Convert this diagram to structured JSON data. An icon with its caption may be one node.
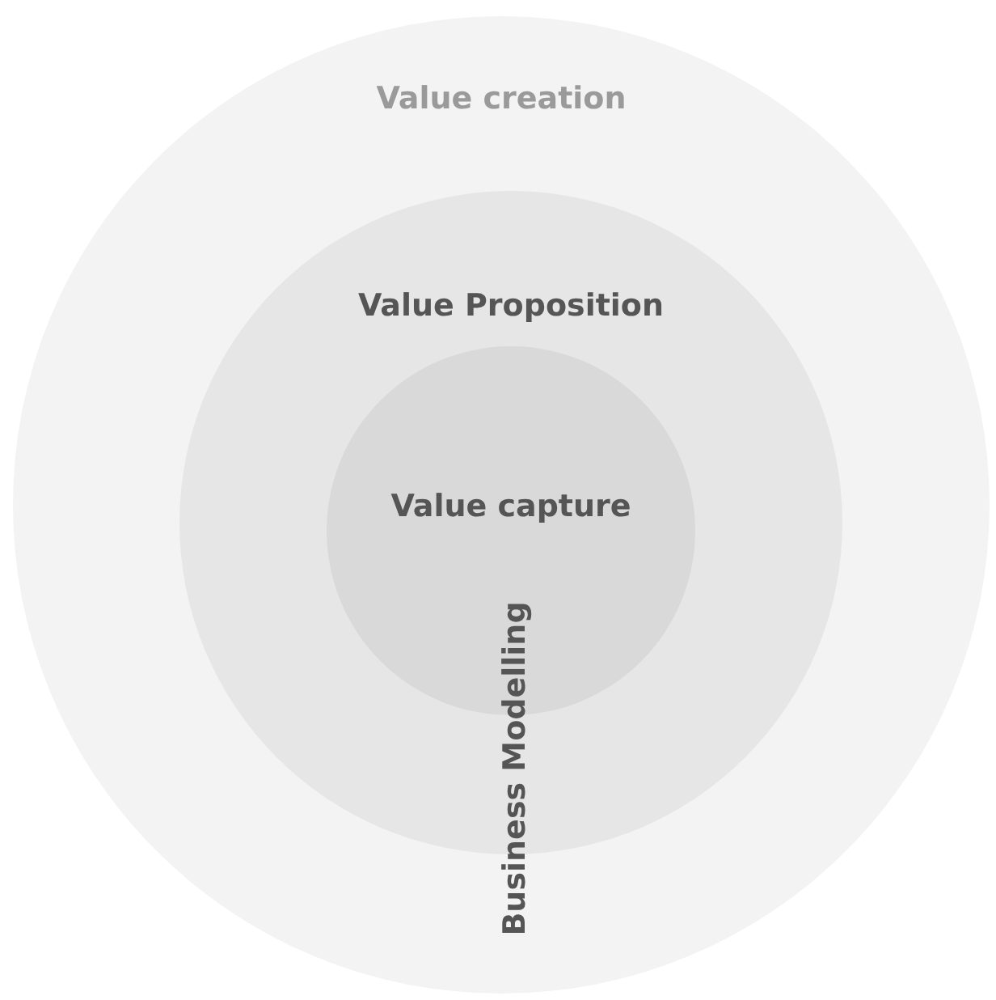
{
  "diagram": {
    "nodes": [
      {
        "text": [
          "Value creation"
        ]
      },
      {
        "text": [
          "Value Proposition"
        ],
        "in": 0
      },
      {
        "text": [
          "Value capture"
        ],
        "in": 1
      }
    ],
    "labels": [
      "Business Modelling"
    ]
  }
}
